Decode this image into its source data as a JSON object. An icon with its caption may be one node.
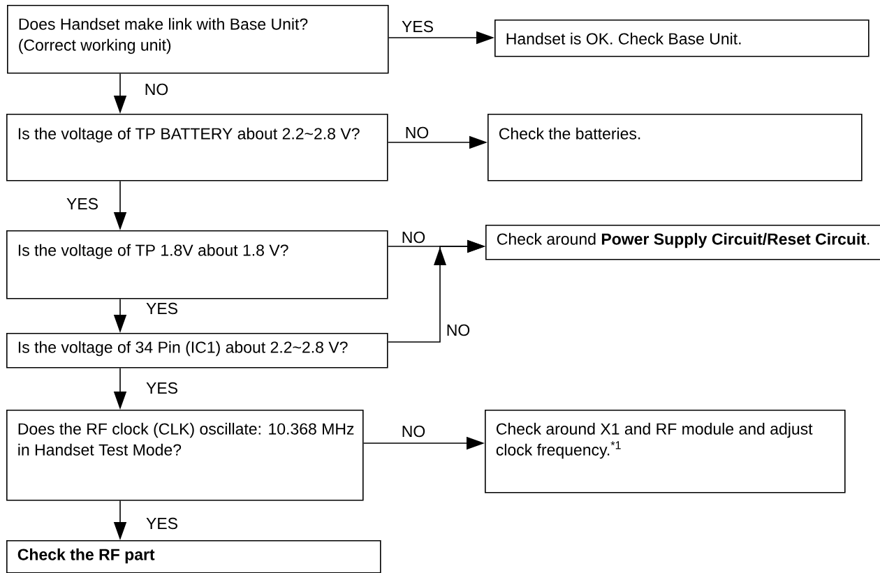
{
  "diagram": {
    "nodes": [
      {
        "text": [
          "Does Handset make link with Base Unit?",
          "(Correct working unit)"
        ]
      },
      {
        "text": [
          "Handset is OK. Check Base Unit."
        ]
      },
      {
        "text": [
          "Is the voltage of TP BATTERY about 2.2~2.8 V?"
        ]
      },
      {
        "text": [
          "Check the batteries."
        ]
      },
      {
        "text": [
          "Is the voltage of TP 1.8V about 1.8 V?"
        ]
      },
      {
        "text": [
          "Check around **Power Supply Circuit/Reset Circuit**."
        ]
      },
      {
        "text": [
          "Is the voltage of 34 Pin (IC1) about 2.2~2.8 V?"
        ]
      },
      {
        "text": [
          "Does the RF clock (CLK) oscillate: 10.368 MHz in Handset Test Mode?"
        ]
      },
      {
        "text": [
          "Check around X1 and RF module and adjust clock frequency.$^{*1}$"
        ]
      },
      {
        "text": [
          "Check the RF part"
        ]
      }
    ],
    "edges": [
      {
        "from": 0,
        "to": 1,
        "arrow": "to",
        "label": "YES"
      },
      {
        "from": 0,
        "to": 2,
        "arrow": "to",
        "label": "NO"
      },
      {
        "from": 2,
        "to": 3,
        "arrow": "to",
        "label": "NO"
      },
      {
        "from": 2,
        "to": 4,
        "arrow": "to",
        "label": "YES"
      },
      {
        "from": 4,
        "to": 5,
        "arrow": "to",
        "label": "NO"
      },
      {
        "from": 4,
        "to": 6,
        "arrow": "to",
        "label": "YES"
      },
      {
        "from": 6,
        "to": 5,
        "arrow": "to",
        "label": "NO"
      },
      {
        "from": 6,
        "to": 7,
        "arrow": "to",
        "label": "YES"
      },
      {
        "from": 7,
        "to": 8,
        "arrow": "to",
        "label": "NO"
      },
      {
        "from": 7,
        "to": 9,
        "arrow": "to",
        "label": "YES"
      }
    ]
  }
}
